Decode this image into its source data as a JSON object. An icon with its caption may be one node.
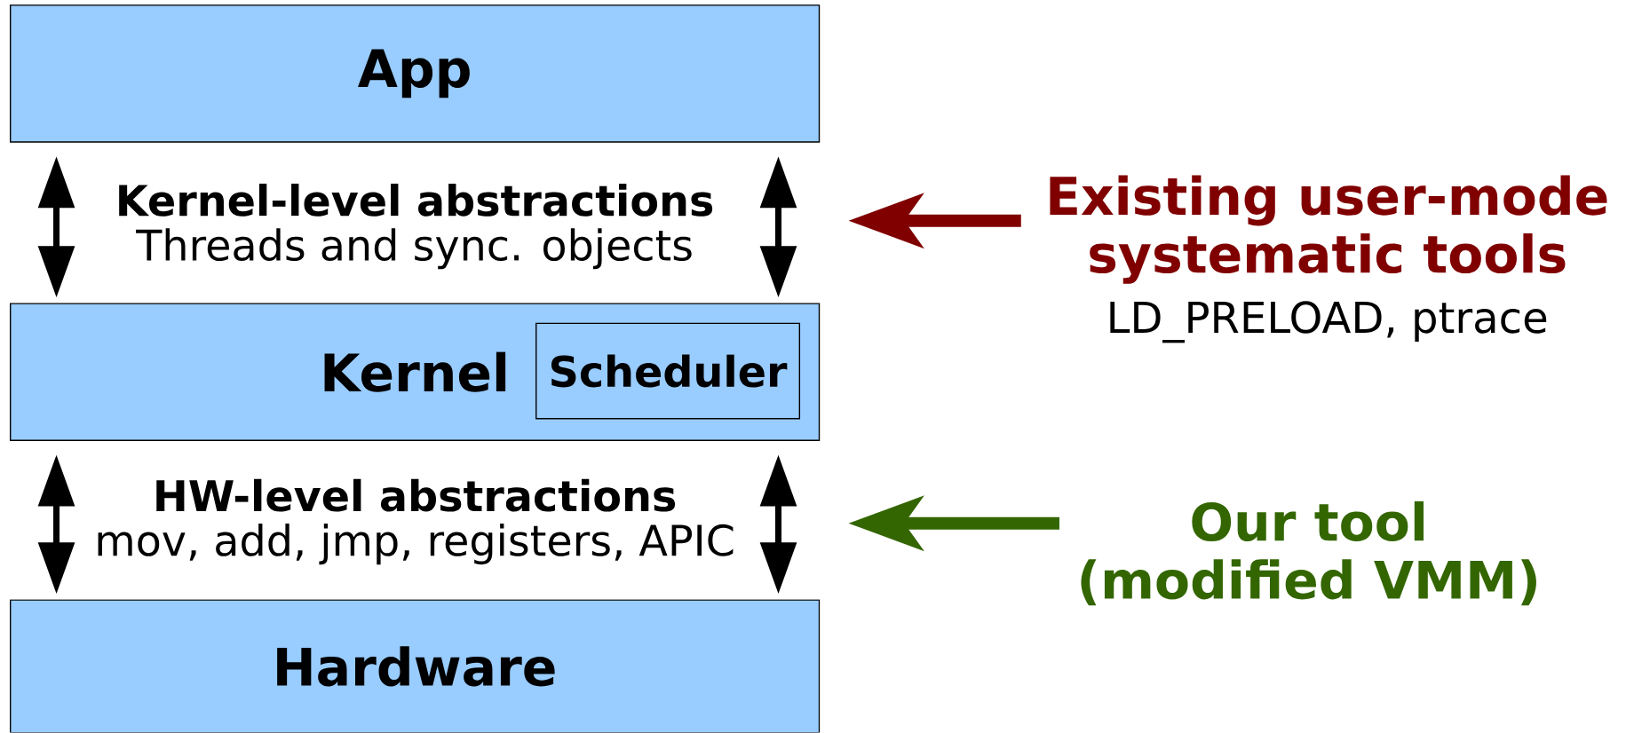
{
  "diagram": {
    "nodes": [
      {
        "text": [
          "App"
        ]
      },
      {
        "text": [
          "Kernel"
        ]
      },
      {
        "text": [
          "Scheduler"
        ],
        "in": 1
      },
      {
        "text": [
          "Hardware"
        ]
      },
      {
        "text": [
          "Existing user-mode systematic tools",
          "LD_PRELOAD, ptrace"
        ]
      },
      {
        "text": [
          "Our tool (modified VMM)"
        ]
      }
    ],
    "edges": [
      {
        "from": 0,
        "to": 1,
        "arrow": "both"
      },
      {
        "from": 0,
        "to": 1,
        "arrow": "both"
      },
      {
        "from": 1,
        "to": 3,
        "arrow": "both"
      },
      {
        "from": 1,
        "to": 3,
        "arrow": "both"
      },
      {
        "from": 4,
        "to": null,
        "arrow": "to",
        "style": "thick",
        "color": "#800000"
      },
      {
        "from": 5,
        "to": null,
        "arrow": "to",
        "style": "thick",
        "color": "#336600"
      }
    ],
    "labels": [
      "Kernel-level abstractions",
      "Threads and sync. objects",
      "HW-level abstractions",
      "mov, add, jmp, registers, APIC"
    ]
  }
}
